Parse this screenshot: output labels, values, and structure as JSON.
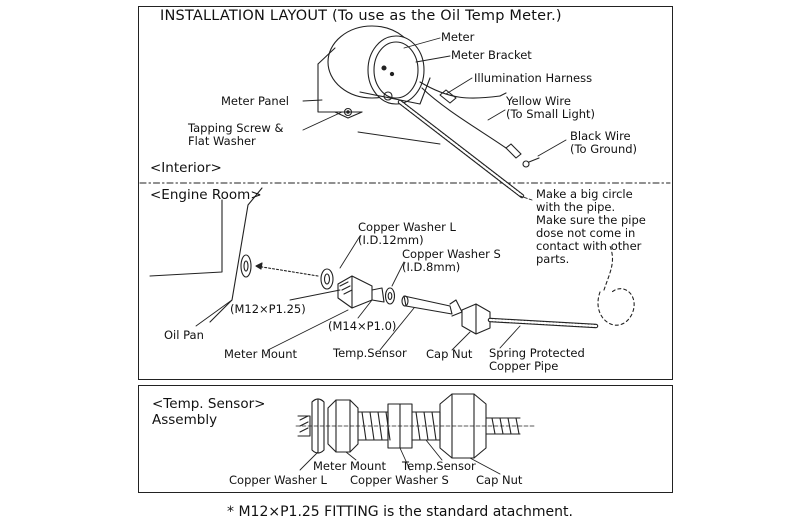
{
  "diagram": {
    "title": "INSTALLATION LAYOUT (To use as the Oil Temp Meter.)",
    "sections": {
      "interior": "<Interior>",
      "engine_room": "<Engine Room>",
      "sensor_assembly": "<Temp. Sensor>\nAssembly"
    },
    "labels": {
      "meter": "Meter",
      "meter_bracket": "Meter Bracket",
      "illumination_harness": "Illumination Harness",
      "meter_panel": "Meter Panel",
      "yellow_wire": "Yellow Wire\n(To Small Light)",
      "tapping_screw": "Tapping Screw &\nFlat Washer",
      "black_wire": "Black Wire\n(To Ground)",
      "pipe_note": "Make a big circle\nwith the pipe.\nMake sure the pipe\ndose not come in\ncontact with other\nparts.",
      "copper_washer_l": "Copper Washer L\n(I.D.12mm)",
      "copper_washer_s": "Copper Washer S\n(I.D.8mm)",
      "thread_m12": "(M12×P1.25)",
      "thread_m14": "(M14×P1.0)",
      "oil_pan": "Oil Pan",
      "meter_mount": "Meter Mount",
      "temp_sensor": "Temp.Sensor",
      "cap_nut": "Cap Nut",
      "spring_pipe": "Spring Protected\nCopper Pipe"
    },
    "assembly_labels": {
      "meter_mount": "Meter Mount",
      "temp_sensor": "Temp.Sensor",
      "copper_washer_l": "Copper Washer L",
      "copper_washer_s": "Copper Washer S",
      "cap_nut": "Cap Nut"
    },
    "footnote": "* M12×P1.25 FITTING is the standard atachment."
  }
}
